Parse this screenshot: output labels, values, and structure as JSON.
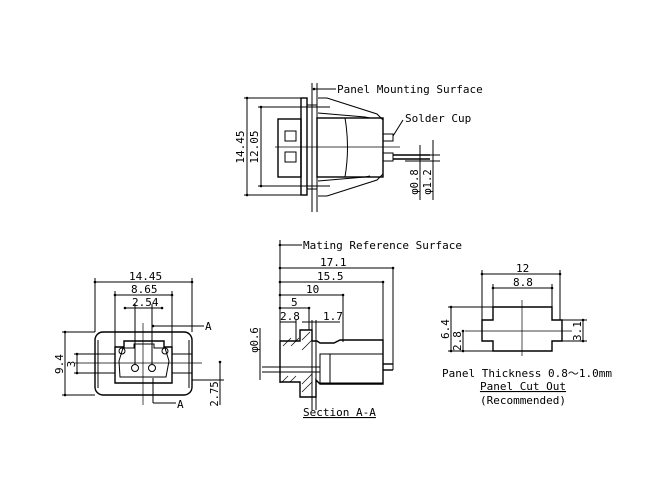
{
  "top_view": {
    "panel_label": "Panel Mounting Surface",
    "solder_label": "Solder Cup",
    "dims": {
      "outer_height": "14.45",
      "inner_height": "12.05",
      "wire_dia": "φ0.8",
      "cup_dia": "φ1.2"
    }
  },
  "section_view": {
    "mating_label": "Mating Reference Surface",
    "dims": {
      "d1": "17.1",
      "d2": "15.5",
      "d3": "10",
      "d4": "5",
      "d5": "2.8",
      "d6": "1.7",
      "pin_dia": "φ0.6"
    },
    "title": "Section A-A"
  },
  "front_view": {
    "dims": {
      "width": "14.45",
      "inner_width": "8.65",
      "pitch": "2.54",
      "height": "9.4",
      "center": "3",
      "offset": "2.75"
    },
    "section_mark": "A"
  },
  "cutout_view": {
    "dims": {
      "width": "12",
      "inner_width": "8.8",
      "height": "6.4",
      "half": "2.8",
      "notch": "3.1"
    },
    "thickness_note": "Panel Thickness 0.8～1.0mm",
    "title": "Panel Cut Out",
    "subtitle": "(Recommended)"
  }
}
